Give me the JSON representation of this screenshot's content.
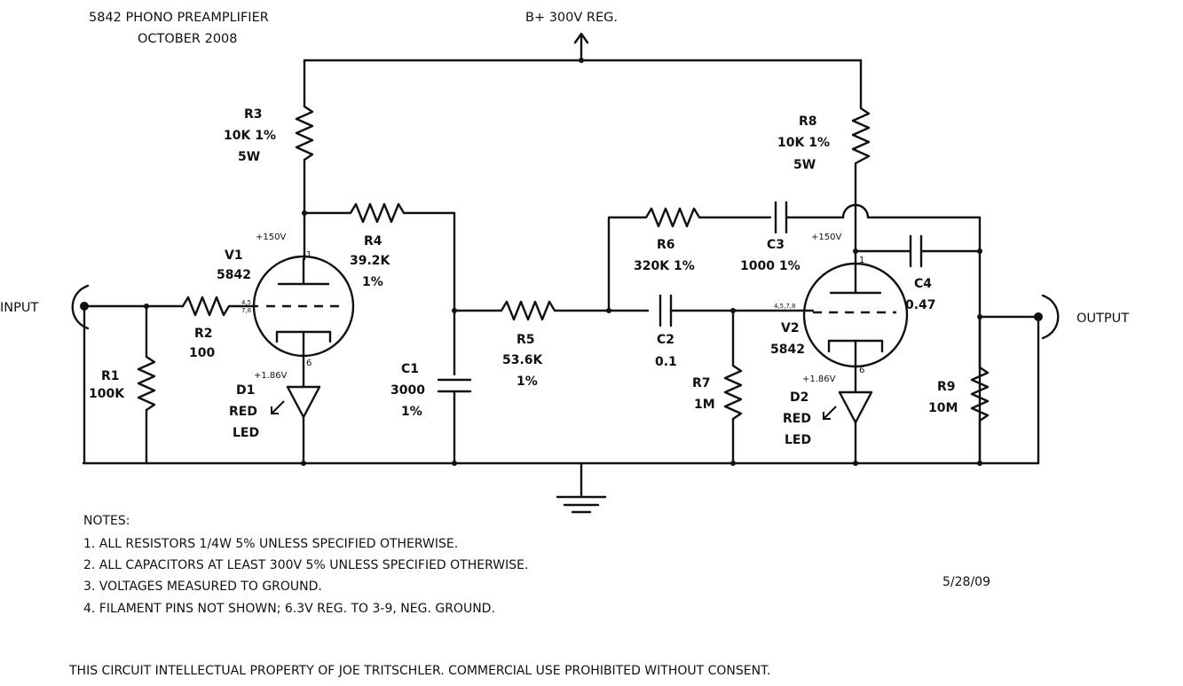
{
  "title": {
    "name": "5842 PHONO PREAMPLIFIER",
    "date": "OCTOBER 2008",
    "supply": "B+ 300V REG."
  },
  "ports": {
    "input": "INPUT",
    "output": "OUTPUT"
  },
  "components": {
    "r1": {
      "ref": "R1",
      "value": "100K"
    },
    "r2": {
      "ref": "R2",
      "value": "100"
    },
    "r3": {
      "ref": "R3",
      "value": "10K 1%",
      "rating": "5W"
    },
    "r4": {
      "ref": "R4",
      "value": "39.2K",
      "tol": "1%"
    },
    "r5": {
      "ref": "R5",
      "value": "53.6K",
      "tol": "1%"
    },
    "r6": {
      "ref": "R6",
      "value": "320K 1%"
    },
    "r7": {
      "ref": "R7",
      "value": "1M"
    },
    "r8": {
      "ref": "R8",
      "value": "10K 1%",
      "rating": "5W"
    },
    "r9": {
      "ref": "R9",
      "value": "10M"
    },
    "c1": {
      "ref": "C1",
      "value": "3000",
      "tol": "1%"
    },
    "c2": {
      "ref": "C2",
      "value": "0.1"
    },
    "c3": {
      "ref": "C3",
      "value": "1000 1%"
    },
    "c4": {
      "ref": "C4",
      "value": "0.47"
    },
    "v1": {
      "ref": "V1",
      "value": "5842",
      "plate_v": "+150V",
      "cathode_v": "+1.86V",
      "pin_plate": "1",
      "pin_grid": "4,5",
      "pin_grid2": "7,8",
      "pin_cathode": "6"
    },
    "v2": {
      "ref": "V2",
      "value": "5842",
      "plate_v": "+150V",
      "cathode_v": "+1.86V",
      "pin_plate": "1",
      "pin_grid": "4,5,7,8",
      "pin_cathode": "6"
    },
    "d1": {
      "ref": "D1",
      "line1": "RED",
      "line2": "LED"
    },
    "d2": {
      "ref": "D2",
      "line1": "RED",
      "line2": "LED"
    }
  },
  "notes": {
    "heading": "NOTES:",
    "items": [
      "1. ALL RESISTORS 1/4W 5% UNLESS SPECIFIED OTHERWISE.",
      "2. ALL CAPACITORS AT LEAST 300V 5% UNLESS SPECIFIED OTHERWISE.",
      "3. VOLTAGES MEASURED TO GROUND.",
      "4. FILAMENT PINS NOT SHOWN; 6.3V REG. TO 3-9, NEG. GROUND."
    ]
  },
  "revision_date": "5/28/09",
  "footer": "THIS CIRCUIT INTELLECTUAL PROPERTY OF JOE TRITSCHLER. COMMERCIAL USE PROHIBITED WITHOUT CONSENT."
}
